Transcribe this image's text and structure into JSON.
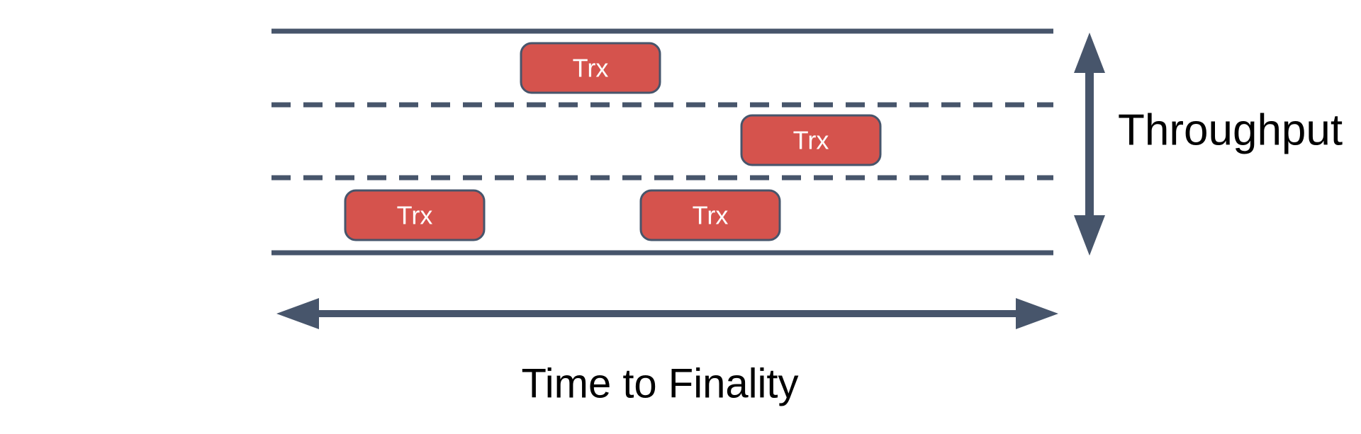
{
  "diagram": {
    "axis_labels": {
      "vertical": "Throughput",
      "horizontal": "Time to Finality"
    },
    "lanes": {
      "count": 3
    },
    "transactions": [
      {
        "label": "Trx",
        "lane": "top"
      },
      {
        "label": "Trx",
        "lane": "middle"
      },
      {
        "label": "Trx",
        "lane": "bottom"
      },
      {
        "label": "Trx",
        "lane": "bottom"
      }
    ],
    "colors": {
      "slate": "#47556b",
      "trx_fill": "#d5534d",
      "trx_label": "#ffffff",
      "axis_label": "#000000",
      "background": "#ffffff"
    }
  }
}
